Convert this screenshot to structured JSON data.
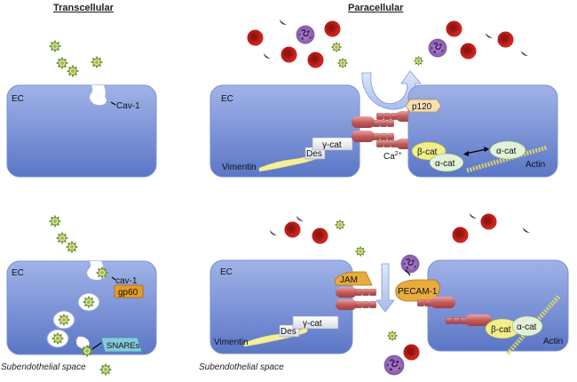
{
  "titles": {
    "transcellular": "Transcellular",
    "paracellular": "Paracellular"
  },
  "labels": {
    "ec": "EC",
    "cav1_top": "Cav-1",
    "cav1_bottom": "cav-1",
    "gp60": "gp60",
    "snares": "SNAREs",
    "subendothelial": "Subendothelial space",
    "gamma_cat": "γ-cat",
    "des": "Des",
    "vimentin": "Vimentin",
    "p120": "p120",
    "ca": "Ca",
    "ca_sup": "2+",
    "beta_cat": "β-cat",
    "alpha_cat": "α-cat",
    "actin": "Actin",
    "jam": "JAM",
    "pecam": "PECAM-1"
  },
  "colors": {
    "cell_top": "#9aaee6",
    "cell_bottom": "#5d78c8",
    "cell_stroke": "#6f86cf",
    "rbc": "#c0201a",
    "albumin": "#6f8f2a",
    "neutrophil": "#8c5bb0",
    "platelet": "#3a1a4a",
    "cadherin": "#c86666",
    "gp60": "#e59a2a",
    "snares": "#86c9db",
    "p120": "#f7dfb5",
    "beta_cat": "#f2ee8a",
    "alpha_cat": "#e2f2d8",
    "jam": "#e9ac3c",
    "vimentin": "#f5ef9c",
    "arrow": "#b8c8f0"
  }
}
